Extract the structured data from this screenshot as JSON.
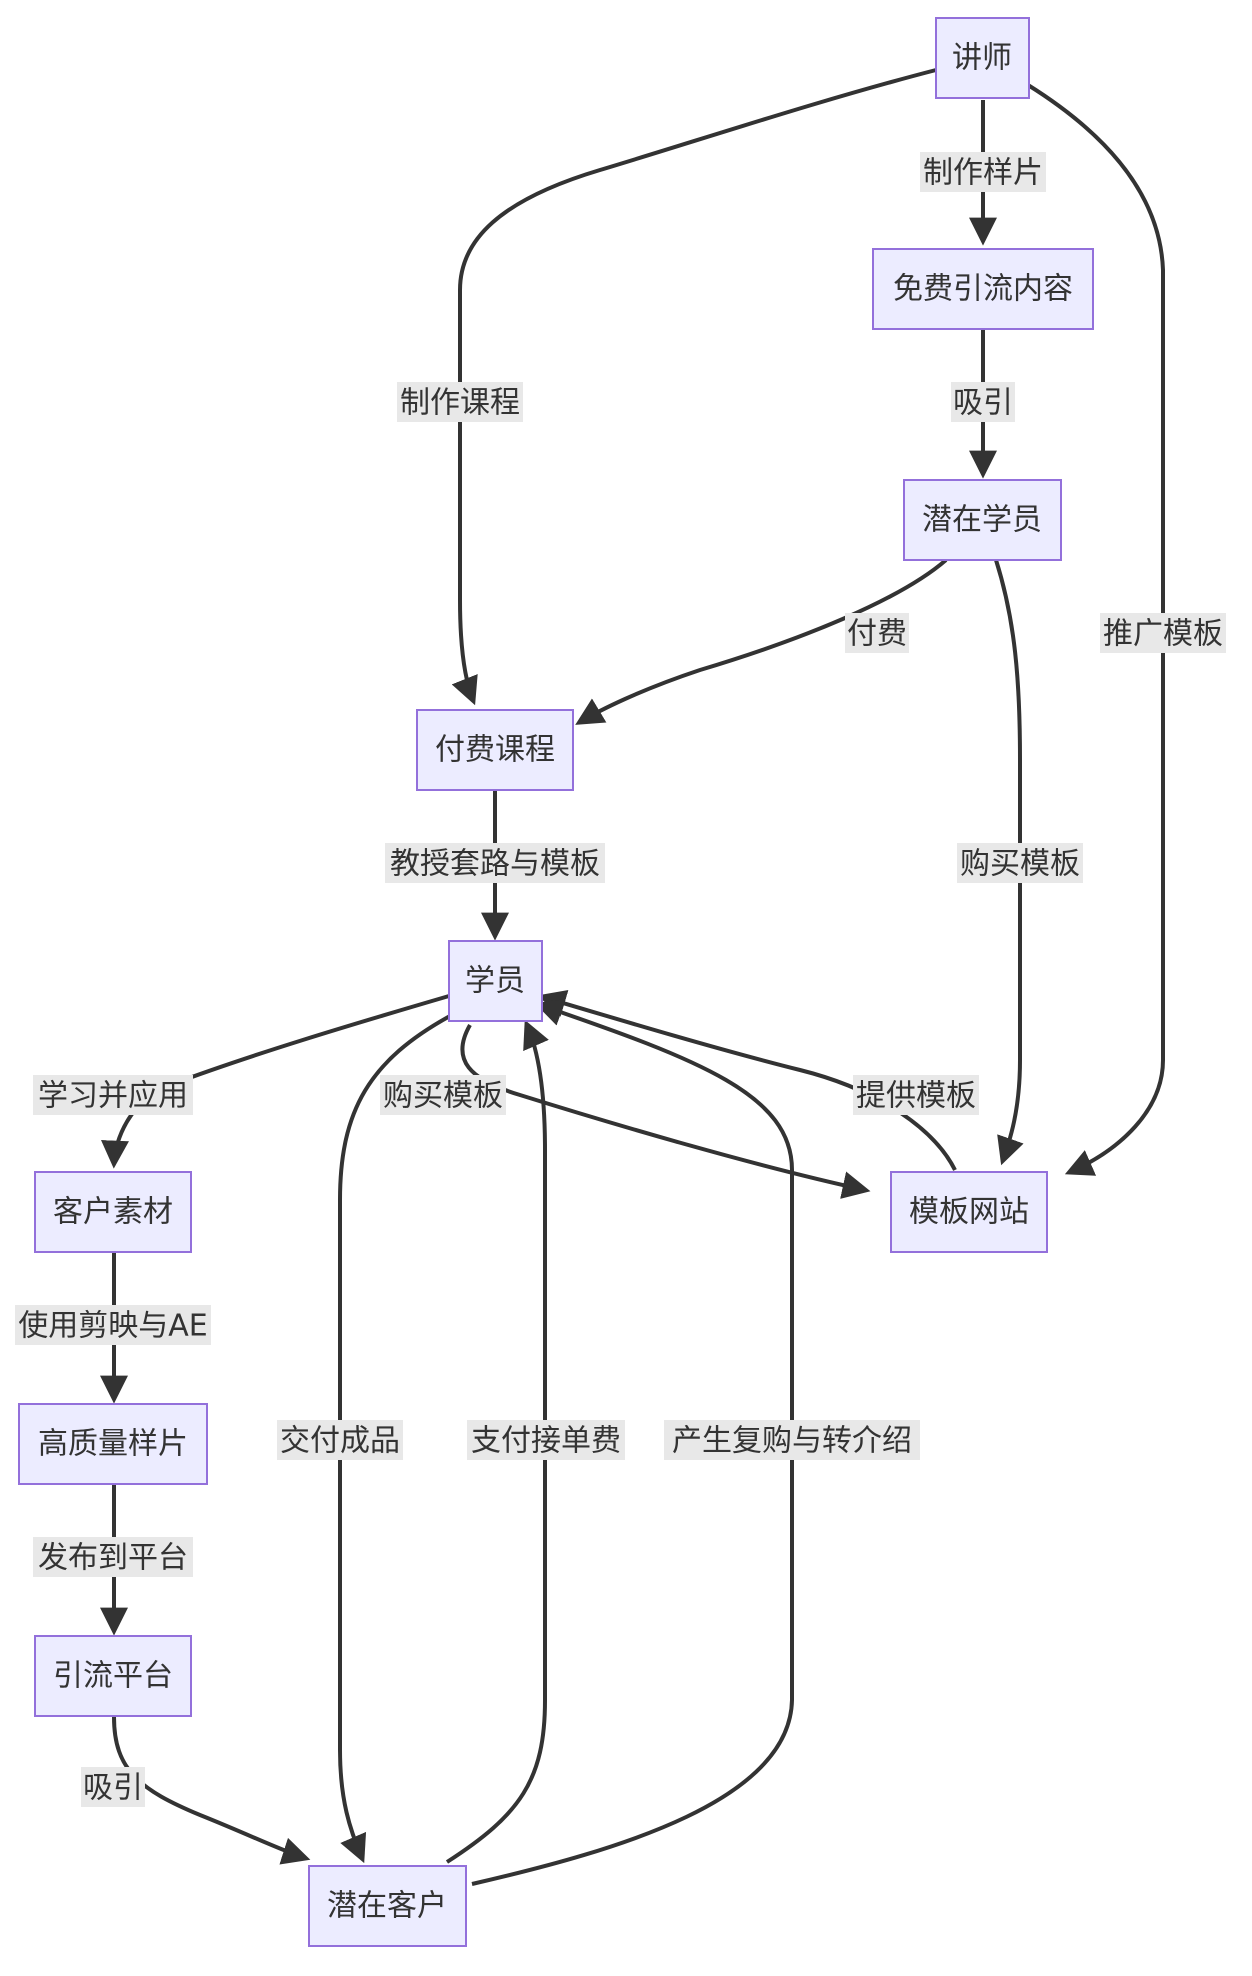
{
  "diagram": {
    "nodes": {
      "teacher": "讲师",
      "free_content": "免费引流内容",
      "potential_student": "潜在学员",
      "paid_course": "付费课程",
      "student": "学员",
      "template_site": "模板网站",
      "client_material": "客户素材",
      "quality_sample": "高质量样片",
      "traffic_platform": "引流平台",
      "potential_client": "潜在客户"
    },
    "edges": {
      "make_sample": "制作样片",
      "make_course": "制作课程",
      "promote_template": "推广模板",
      "attract_1": "吸引",
      "pay": "付费",
      "buy_template_1": "购买模板",
      "teach": "教授套路与模板",
      "learn_apply": "学习并应用",
      "buy_template_2": "购买模板",
      "provide_template": "提供模板",
      "use_tools": "使用剪映与AE",
      "publish": "发布到平台",
      "attract_2": "吸引",
      "deliver": "交付成品",
      "pay_order": "支付接单费",
      "repurchase": "产生复购与转介绍"
    }
  }
}
